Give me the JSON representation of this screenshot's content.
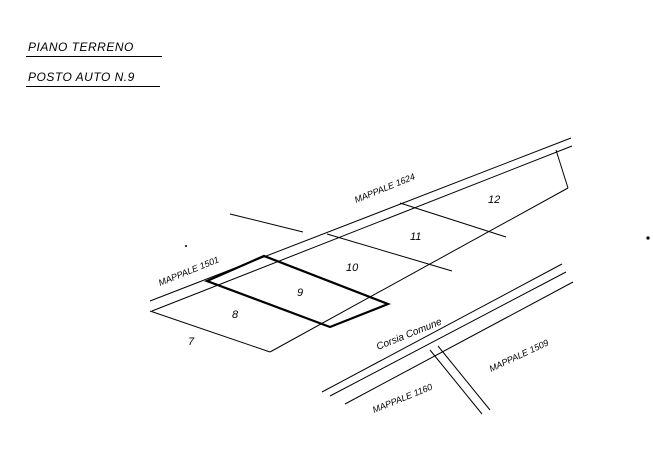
{
  "header": {
    "floor_label": "PIANO TERRENO",
    "parking_label": "POSTO AUTO N.9"
  },
  "plan": {
    "parcels": {
      "mappale_1501": "MAPPALE 1501",
      "mappale_1624": "MAPPALE 1624",
      "mappale_1509": "MAPPALE 1509",
      "mappale_1160": "MAPPALE 1160"
    },
    "corridor_label": "Corsia Comune",
    "spaces": {
      "s7": "7",
      "s8": "8",
      "s9": "9",
      "s10": "10",
      "s11": "11",
      "s12": "12"
    },
    "highlighted_space": "9"
  }
}
